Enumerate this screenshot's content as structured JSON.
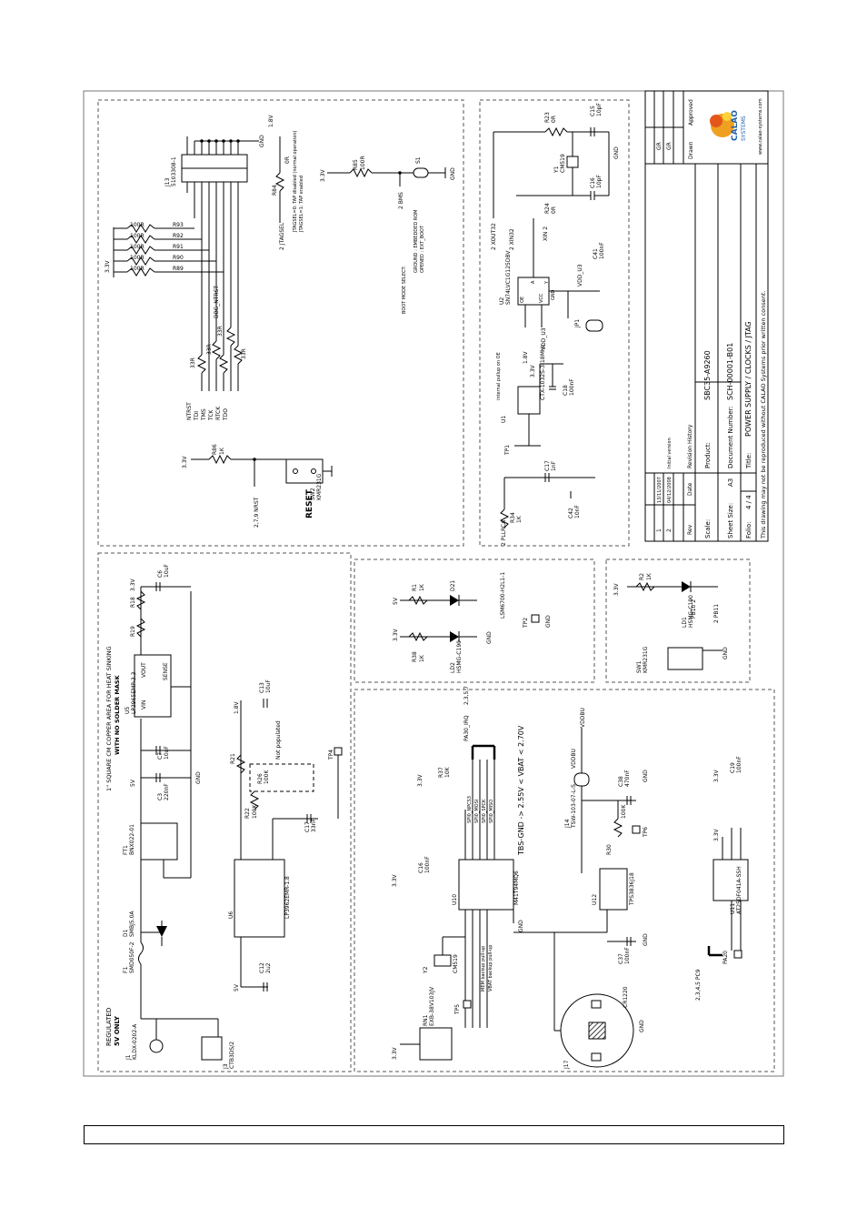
{
  "title_block": {
    "rev_1": "1",
    "rev_2": "2",
    "rev_date_1": "13/11/2007",
    "rev_date_2": "04/12/2008",
    "rev_desc_1": "Initial version",
    "rev_desc_2": "",
    "col_rev": "Rev",
    "col_date": "Date",
    "col_history": "Revision History",
    "col_drawn": "Drawn",
    "col_approved": "Approved",
    "drawn_by_1": "GR",
    "drawn_by_2": "GR",
    "scale_label": "Scale:",
    "product_label": "Product:",
    "product": "SBC35-A9260",
    "sheet_size_label": "Sheet Size:",
    "sheet_size": "A3",
    "document_label": "Document Number:",
    "document": "SCH-00001-B01",
    "folio_label": "Folio:",
    "folio": "4 / 4",
    "title_label": "Title:",
    "title": "POWER SUPPLY / CLOCKS / JTAG",
    "notice": "This drawing may not be reproduced without CALAO Systems prior written consent.",
    "website": "www.calao-systems.com",
    "logo_text_1": "CALAO",
    "logo_text_2": "SYSTEMS"
  },
  "jtag": {
    "j13": "J13",
    "j13_part": "5103308-1",
    "r_values": [
      "100R",
      "100R",
      "100R",
      "100R",
      "100R"
    ],
    "r_refs": [
      "R93",
      "R92",
      "R91",
      "R90",
      "R89"
    ],
    "pull_r": [
      "33R",
      "33R",
      "33R",
      "33R"
    ],
    "signals": [
      "NTRST",
      "TDI",
      "TMS",
      "TCK",
      "RTCK",
      "TDO"
    ],
    "dbgu_label": "DBG_NTRST",
    "v33": "3.3V",
    "gnd": "GND",
    "r84": "R84",
    "r84_val": "0R",
    "jtagsel": "2 JTAGSEL",
    "jtagsel_note1": "JTAGSEL=0: TAP disabled (normal operation)",
    "jtagsel_note2": "JTAGSEL=1: TAP enabled",
    "nrst": "2,7,9 NRST",
    "r86": "R86",
    "r86_val": "1K",
    "sw2": "SW2",
    "sw2_part": "KMR231G",
    "reset": "RESET"
  },
  "bms": {
    "r85": "R85",
    "r85_val": "100R",
    "s1": "S1",
    "bms": "2 BMS",
    "boot1": "BOOT MODE SELECT:",
    "boot2": "GROUND : EMBEDDED ROM",
    "boot3": "OPENED : EXT_BOOT"
  },
  "clocks": {
    "xout32": "2 XOUT32",
    "xin32": "2 XIN32",
    "xin": "XIN 2",
    "y1": "Y1",
    "y1_part": "CM519",
    "c15": "C15",
    "c15_val": "10pF",
    "c16": "C16",
    "c16_val": "10pF",
    "r23": "R23",
    "r23_val": "0R",
    "r24": "R24",
    "r24_val": "0R",
    "u2": "U2",
    "u2_part": "SN74LVC1G125DBV",
    "oe": "OE",
    "vcc": "VCC",
    "a": "A",
    "y": "Y",
    "vdd_u3": "VDD_U3",
    "jp1": "JP1",
    "c41": "C41",
    "c41_val": "100nF",
    "u1": "U1",
    "u1_part": "CTX-1032S-3-18MHz",
    "u1_note": "internal pullup on OE",
    "c18": "C18",
    "c18_val": "100nF",
    "tp1": "TP1",
    "pllrca": "2 PLLRCA",
    "r34": "R34",
    "r34_val": "1K",
    "c17": "C17",
    "c17_val": "1nF",
    "c42": "C42",
    "c42_val": "10nF",
    "v18": "1.8V"
  },
  "power": {
    "regulated": "REGULATED",
    "regulated2": "5V ONLY",
    "j1": "J1",
    "j1_part": "KLDX-0202-A",
    "j1b": "J3",
    "j1b_part": "CTB3DS/2",
    "f1": "F1",
    "f1_part": "SMD050F-2",
    "d1": "D1",
    "d1_part": "SMBJ5.0A",
    "ft1": "FT1",
    "ft1_part": "BNX022-01",
    "c3": "C3",
    "c3_val": "220nF",
    "c7": "C7",
    "c7_val": "10uF",
    "c6": "C6",
    "c6_val": "10uF",
    "u5": "U5",
    "u5_part": "LP3965EMP-3.3",
    "vin": "VIN",
    "vout": "VOUT",
    "sense": "SENSE",
    "r18": "R18",
    "r19": "R19",
    "v5": "5V",
    "v33": "3.3V",
    "copper": "1\" SQUARE CM COPPER AREA FOR HEAT SINKING",
    "copper2": "WITH NO SOLDER MASK",
    "u6": "U6",
    "u6_part": "LP3962EMR-1.8",
    "c12": "C12",
    "c12_val": "2u2",
    "c13": "C13",
    "c13_val": "10uF",
    "c17b": "C17",
    "c17b_val": "33nF",
    "r21": "R21",
    "r22": "R22",
    "r22_val": "100K",
    "r26": "R26",
    "r26_val": "100K",
    "not_populated": "Not populated",
    "tp4": "TP4",
    "v18": "1.8V"
  },
  "leds": {
    "r1": "R1",
    "r1_val": "1K",
    "d21": "D21",
    "d21_part": "LSM6700-H2L1-1",
    "r38": "R38",
    "r38_val": "1K",
    "ld2": "LD2",
    "ld2_part": "HSMG-C190",
    "tp2": "TP2",
    "r2": "R2",
    "r2_val": "1K",
    "ld1": "LD1",
    "ld1_part": "HSMG-C190",
    "sw1": "SW1",
    "sw1_part": "KMR231G",
    "pb10": "PB10 2",
    "pb11": "2 PB11"
  },
  "rtc": {
    "u10": "U10",
    "u10_part": "M41T94MQ6",
    "vbat_eq": "TBS-GND -> 2.55V < VBAT < 2.70V",
    "pa30": "PA30_IRQ",
    "pa30_num": "2,3,5,7",
    "spi_mosi": "SPI0_MOSI",
    "spi_miso": "SPI0_MISO",
    "spi_spck": "SPI0_SPCK",
    "spi_npcs": "SPI0_NPCS3",
    "r37": "R37",
    "r37_val": "10K",
    "c16b": "C16",
    "c16b_val": "100nF",
    "y2": "Y2",
    "y2_part": "CM519",
    "bat_note1": "MEM backup pull-up",
    "bat_note2": "VBAT backup pull-up",
    "rn1": "RN1",
    "rn1_part": "EXB-38V103JV",
    "tp5": "TP5",
    "j17": "J17",
    "bat": "CR1220",
    "j14": "J14",
    "j14_part": "TSW-103-07-L-S",
    "vddbu": "VDDBU",
    "c38": "C38",
    "c38_val": "470nF",
    "r30": "R30",
    "r30_val": "100K",
    "u12": "U12",
    "u12_part": "TPS3836J18",
    "c37": "C37",
    "c37_val": "100nF",
    "tp6": "TP6",
    "u11": "U11",
    "u11_part": "AT25DF041A-SSH",
    "c19": "C19",
    "c19_val": "100nF",
    "pcb_pcbs": "2,3,4,5 PC9",
    "pa20": "PA20",
    "v33": "3.3V",
    "gnd": "GND"
  }
}
